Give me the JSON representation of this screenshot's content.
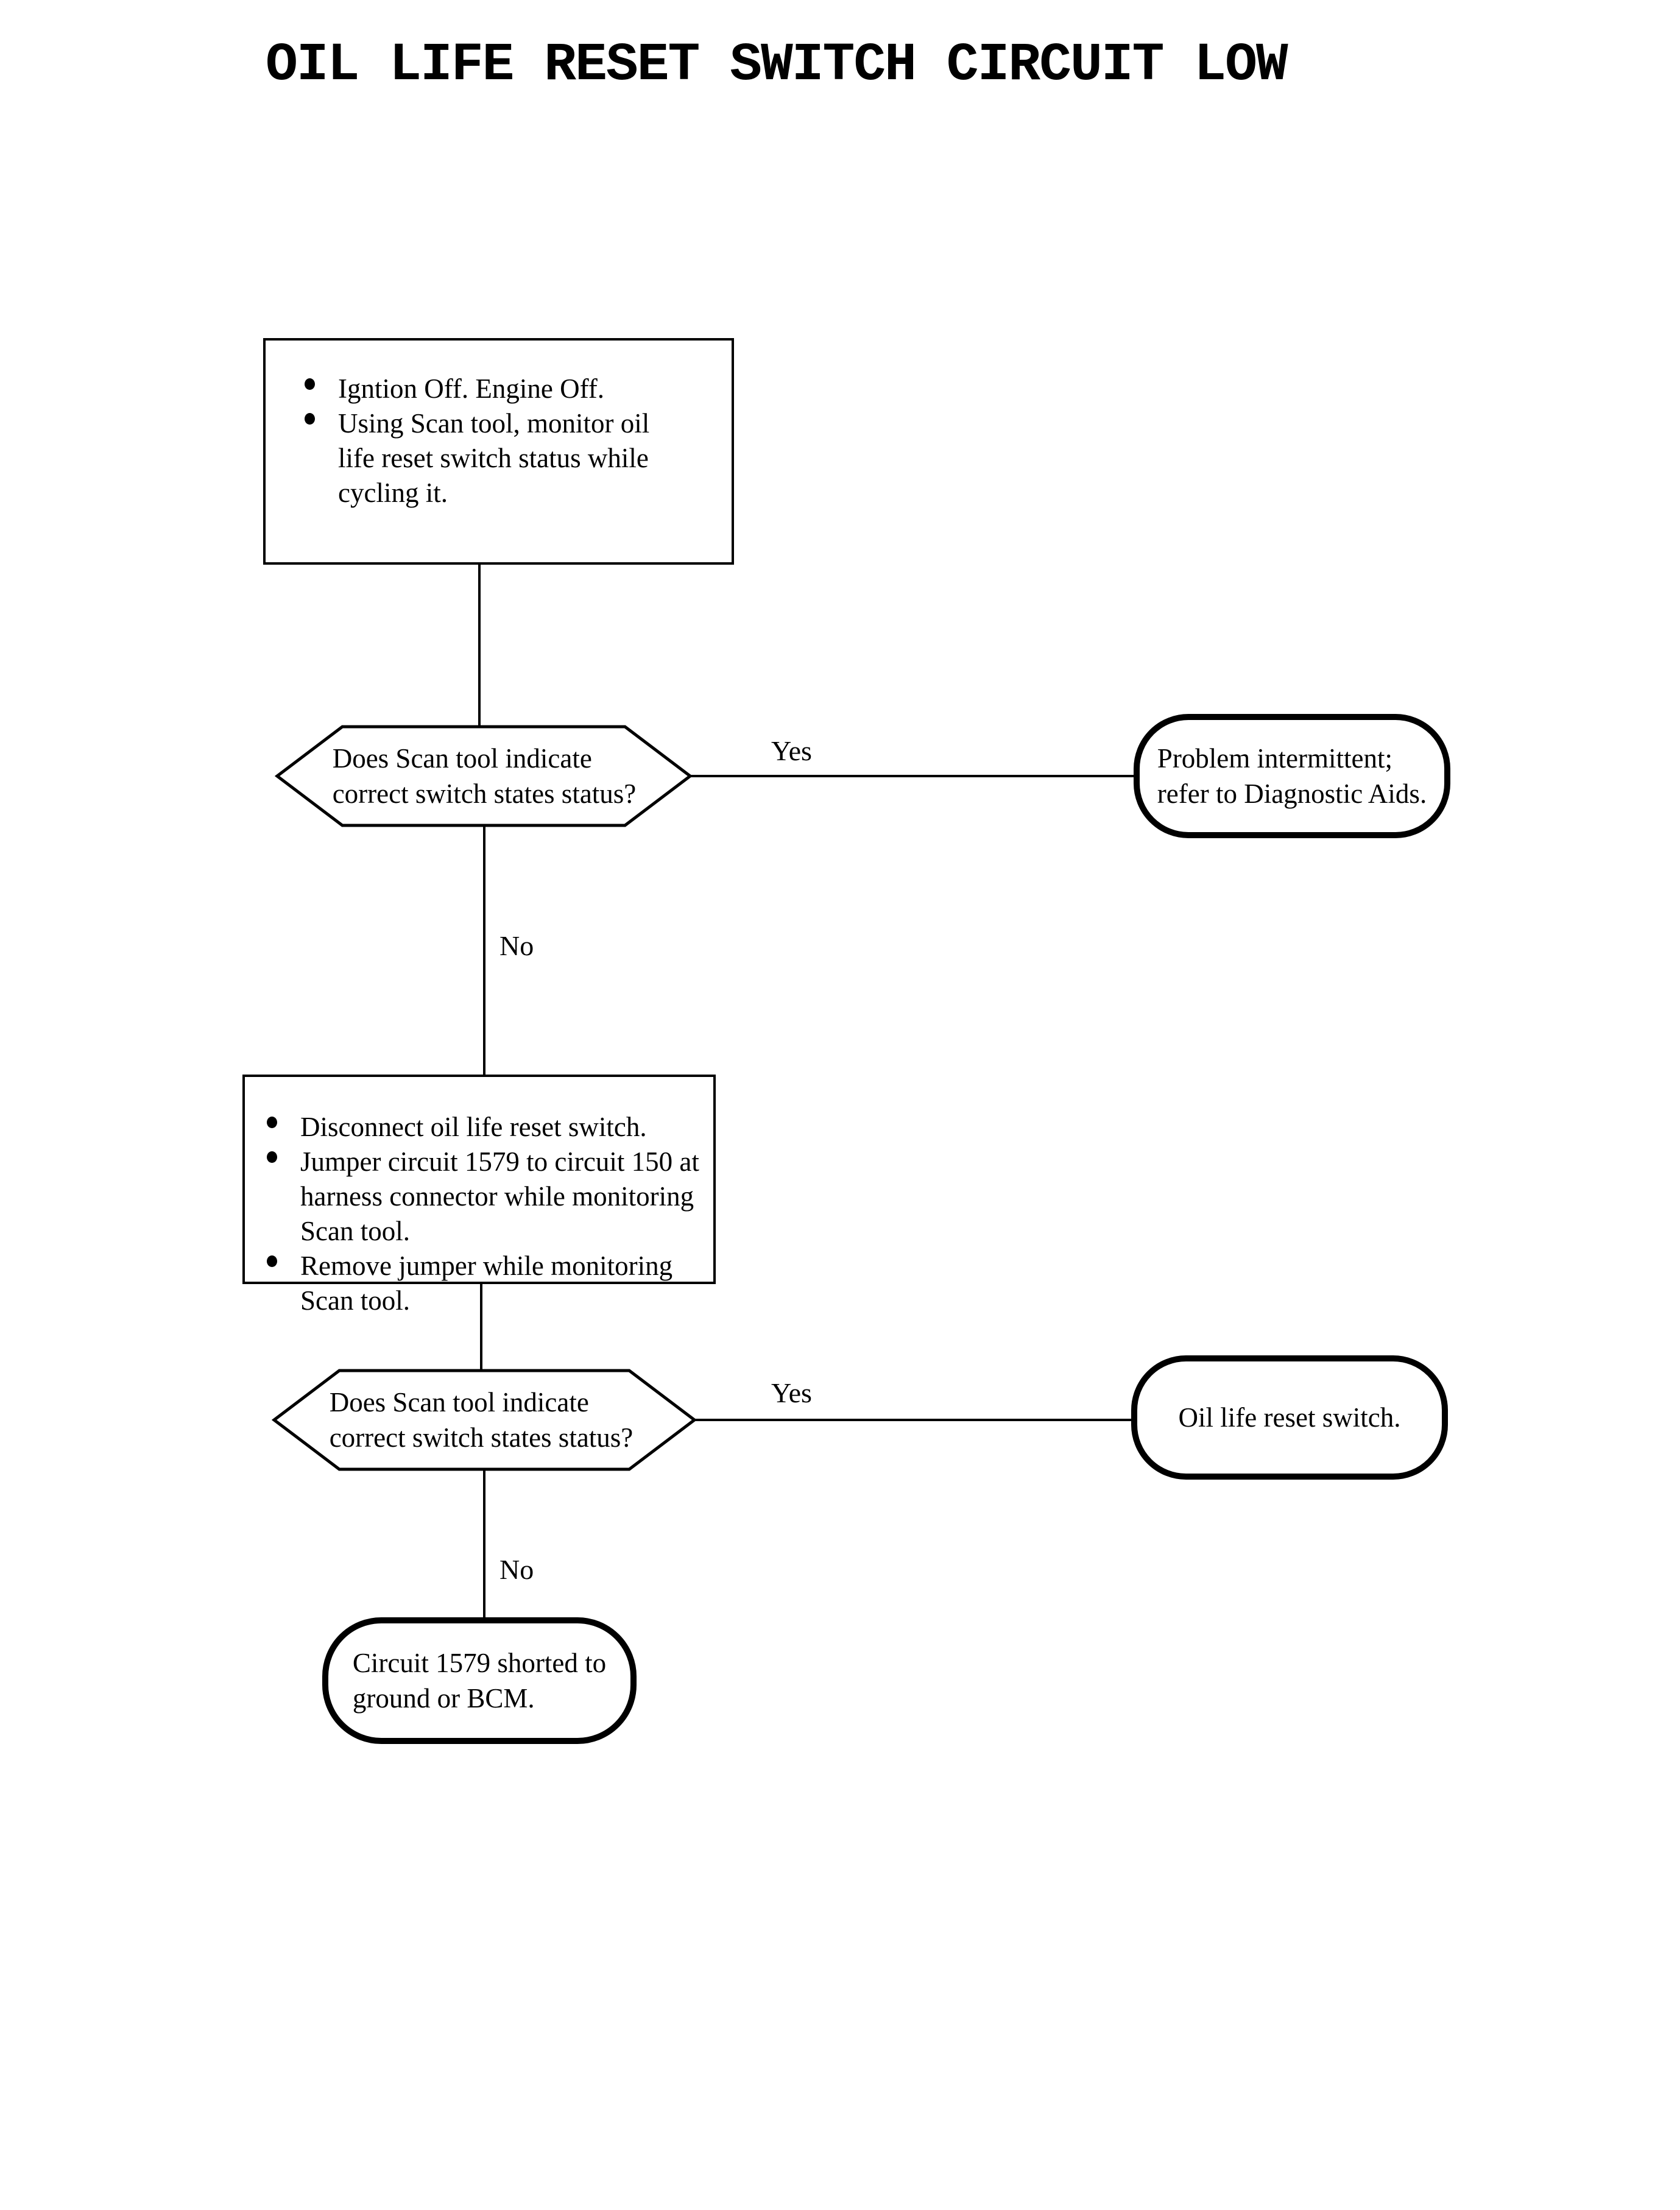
{
  "title": "OIL LIFE RESET SWITCH CIRCUIT LOW",
  "step1": {
    "bullets": [
      "Igntion Off. Engine Off.",
      "Using Scan tool, monitor oil\nlife reset switch status while\ncycling it."
    ]
  },
  "decision1": {
    "question": "Does Scan tool indicate\ncorrect switch states status?",
    "yes_label": "Yes",
    "no_label": "No"
  },
  "terminal_intermittent": {
    "text": "Problem intermittent;\nrefer to Diagnostic Aids."
  },
  "step2": {
    "bullets": [
      "Disconnect oil life reset switch.",
      "Jumper circuit 1579 to circuit 150 at\nharness connector while monitoring\nScan tool.",
      "Remove jumper while monitoring\nScan tool."
    ]
  },
  "decision2": {
    "question": "Does Scan tool indicate\ncorrect switch states status?",
    "yes_label": "Yes",
    "no_label": "No"
  },
  "terminal_switch": {
    "text": "Oil life reset switch."
  },
  "terminal_circuit": {
    "text": "Circuit 1579 shorted to\nground or BCM."
  },
  "colors": {
    "ink": "#000000",
    "background": "#ffffff"
  }
}
